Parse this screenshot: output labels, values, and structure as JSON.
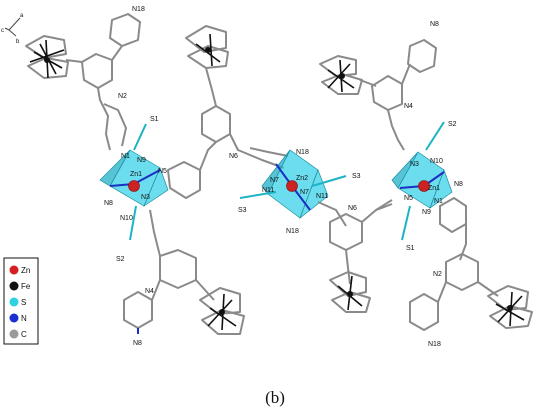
{
  "axes": {
    "a": "a",
    "b": "b",
    "c": "c"
  },
  "labels": {
    "m1_n18": "N18",
    "m1_n2": "N2",
    "m1_s1": "S1",
    "m1_n1": "N1",
    "m1_n9": "N9",
    "m1_zn1": "Zn1",
    "m1_n5": "N5",
    "m1_n6": "N6",
    "m1_n8": "N8",
    "m1_n3": "N3",
    "m1_n10": "N10",
    "m1_s2": "S2",
    "m1_n4": "N4",
    "m1_n8b": "N8",
    "m2_n18": "N18",
    "m2_n7": "N7",
    "m2_zn2": "Zn2",
    "m2_s3": "S3",
    "m2_n11": "N11",
    "m2_n7b": "N7",
    "m2_n11b": "N11",
    "m2_s3b": "S3",
    "m2_n6": "N6",
    "m2_n18b": "N18",
    "m3_n8": "N8",
    "m3_n4": "N4",
    "m3_s2": "S2",
    "m3_n3": "N3",
    "m3_n10": "N10",
    "m3_zn1": "Zn1",
    "m3_n8b": "N8",
    "m3_n5": "N5",
    "m3_n1": "N1",
    "m3_n9": "N9",
    "m3_s1": "S1",
    "m3_n2": "N2",
    "m3_n18": "N18"
  },
  "legend": [
    {
      "symbol": "Zn",
      "color": "#d42020"
    },
    {
      "symbol": "Fe",
      "color": "#111111"
    },
    {
      "symbol": "S",
      "color": "#2fd0e0"
    },
    {
      "symbol": "N",
      "color": "#1a2fd0"
    },
    {
      "symbol": "C",
      "color": "#9a9a9a"
    }
  ],
  "caption": "(b)"
}
